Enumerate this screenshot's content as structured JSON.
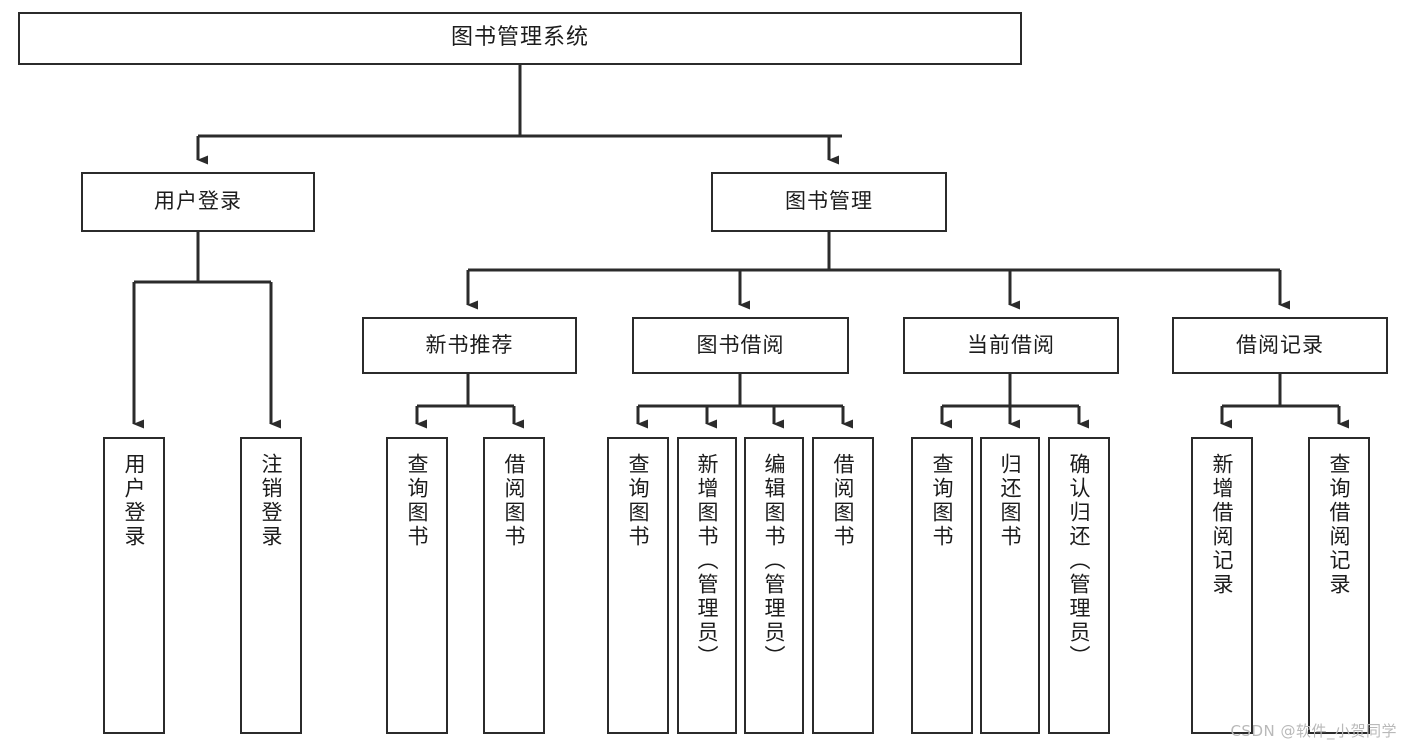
{
  "diagram": {
    "title": "图书管理系统",
    "type": "tree-structure-chart",
    "watermark": "CSDN @软件_小贺同学",
    "line_color": "#2b2b2b",
    "box_fill": "#ffffff",
    "text_color": "#1c1c1c"
  },
  "nodes": {
    "root": {
      "label": "图书管理系统"
    },
    "level2": [
      {
        "label": "用户登录"
      },
      {
        "label": "图书管理"
      }
    ],
    "level3": [
      {
        "label": "新书推荐"
      },
      {
        "label": "图书借阅"
      },
      {
        "label": "当前借阅"
      },
      {
        "label": "借阅记录"
      }
    ],
    "leaves": {
      "user_login": [
        {
          "label": "用户登录"
        },
        {
          "label": "注销登录"
        }
      ],
      "new_book": [
        {
          "label": "查询图书"
        },
        {
          "label": "借阅图书"
        }
      ],
      "book_borrow": [
        {
          "label": "查询图书"
        },
        {
          "label": "新增图书（管理员）"
        },
        {
          "label": "编辑图书（管理员）"
        },
        {
          "label": "借阅图书"
        }
      ],
      "current_borrow": [
        {
          "label": "查询图书"
        },
        {
          "label": "归还图书"
        },
        {
          "label": "确认归还（管理员）"
        }
      ],
      "borrow_record": [
        {
          "label": "新增借阅记录"
        },
        {
          "label": "查询借阅记录"
        }
      ]
    }
  }
}
